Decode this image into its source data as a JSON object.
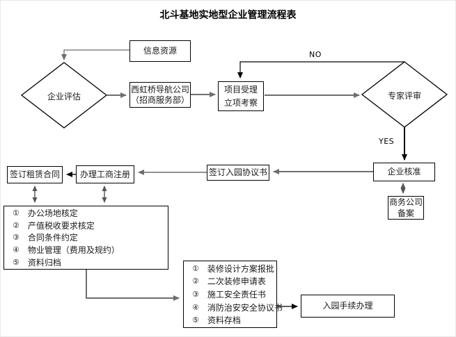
{
  "title": "北斗基地实地型企业管理流程表",
  "labels": {
    "no": "NO",
    "yes": "YES"
  },
  "colors": {
    "box_border": "#000000",
    "connector_gray": "#6e6e6e",
    "connector_black": "#000000",
    "connector_dark": "#555555",
    "background": "#ffffff"
  },
  "nodes": {
    "info_resource": {
      "label": "信息资源"
    },
    "enterprise_evaluation": {
      "label": "企业评估"
    },
    "navigation_company": {
      "line1": "西虹桥导航公司",
      "line2": "（招商服务部）"
    },
    "project_acceptance": {
      "line1": "项目受理",
      "line2": "立项考察"
    },
    "expert_review": {
      "label": "专家评审"
    },
    "enterprise_approval": {
      "label": "企业核准"
    },
    "business_company_filing": {
      "line1": "商务公司",
      "line2": "备案"
    },
    "sign_park_agreement": {
      "label": "签订入园协议书"
    },
    "business_registration": {
      "label": "办理工商注册"
    },
    "sign_lease_contract": {
      "label": "签订租赁合同"
    },
    "park_entry_procedures": {
      "label": "入园手续办理"
    }
  },
  "lists": {
    "admission": {
      "items": [
        {
          "num": "①",
          "text": "办公场地核定"
        },
        {
          "num": "②",
          "text": "产值税收要求核定"
        },
        {
          "num": "③",
          "text": "合同条件约定"
        },
        {
          "num": "④",
          "text": "物业管理（费用及规约）"
        },
        {
          "num": "⑤",
          "text": "资料归档"
        }
      ]
    },
    "renovation": {
      "items": [
        {
          "num": "①",
          "text": "装修设计方案报批"
        },
        {
          "num": "②",
          "text": "二次装修申请表"
        },
        {
          "num": "③",
          "text": "施工安全责任书"
        },
        {
          "num": "④",
          "text": "消防治安安全协议书"
        },
        {
          "num": "⑤",
          "text": "资料存档"
        }
      ]
    }
  }
}
